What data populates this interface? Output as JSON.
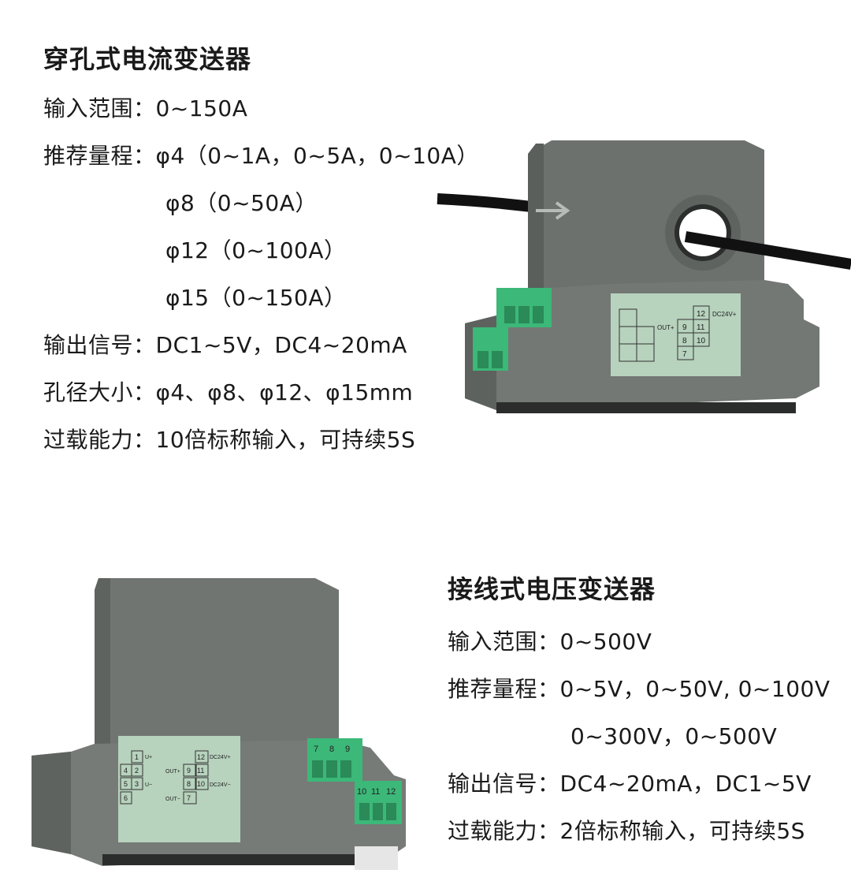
{
  "product1": {
    "title": "穿孔式电流变送器",
    "specs": [
      {
        "label": "输入范围：",
        "value": "0~150A"
      },
      {
        "label": "推荐量程：",
        "value": "φ4（0~1A，0~5A，0~10A）"
      },
      {
        "label": "",
        "value": "φ8（0~50A）"
      },
      {
        "label": "",
        "value": "φ12（0~100A）"
      },
      {
        "label": "",
        "value": "φ15（0~150A）"
      },
      {
        "label": "输出信号：",
        "value": "DC1~5V，DC4~20mA"
      },
      {
        "label": "孔径大小：",
        "value": "φ4、φ8、φ12、φ15mm"
      },
      {
        "label": "过载能力：",
        "value": "10倍标称输入，可持续5S"
      }
    ],
    "panel": {
      "out_plus": "OUT+",
      "dc24": "DC24V+",
      "t12": "12",
      "t9": "9",
      "t11": "11",
      "t8": "8",
      "t10": "10",
      "t7": "7"
    }
  },
  "product2": {
    "title": "接线式电压变送器",
    "specs": [
      {
        "label": "输入范围：",
        "value": "0~500V"
      },
      {
        "label": "推荐量程：",
        "value": "0~5V，0~50V, 0~100V"
      },
      {
        "label": "",
        "value": "0~300V，0~500V"
      },
      {
        "label": "输出信号：",
        "value": "DC4~20mA，DC1~5V"
      },
      {
        "label": "过载能力：",
        "value": "2倍标称输入，可持续5S"
      }
    ],
    "panel": {
      "u_plus": "U+",
      "u_minus": "U−",
      "out_plus": "OUT+",
      "out_minus": "OUT−",
      "dc24p": "DC24V+",
      "dc24m": "DC24V−",
      "t1": "1",
      "t2": "2",
      "t3": "3",
      "t4": "4",
      "t5": "5",
      "t6": "6",
      "t7": "7",
      "t8": "8",
      "t9": "9",
      "t10": "10",
      "t11": "11",
      "t12": "12",
      "top7": "7",
      "top8": "8",
      "top9": "9",
      "bot10": "10",
      "bot11": "11",
      "bot12": "12"
    }
  },
  "colors": {
    "housing": "#757a76",
    "housing_dark": "#5b605c",
    "label_panel": "#b7d2bd",
    "terminal": "#3cb878",
    "cable": "#111111"
  }
}
